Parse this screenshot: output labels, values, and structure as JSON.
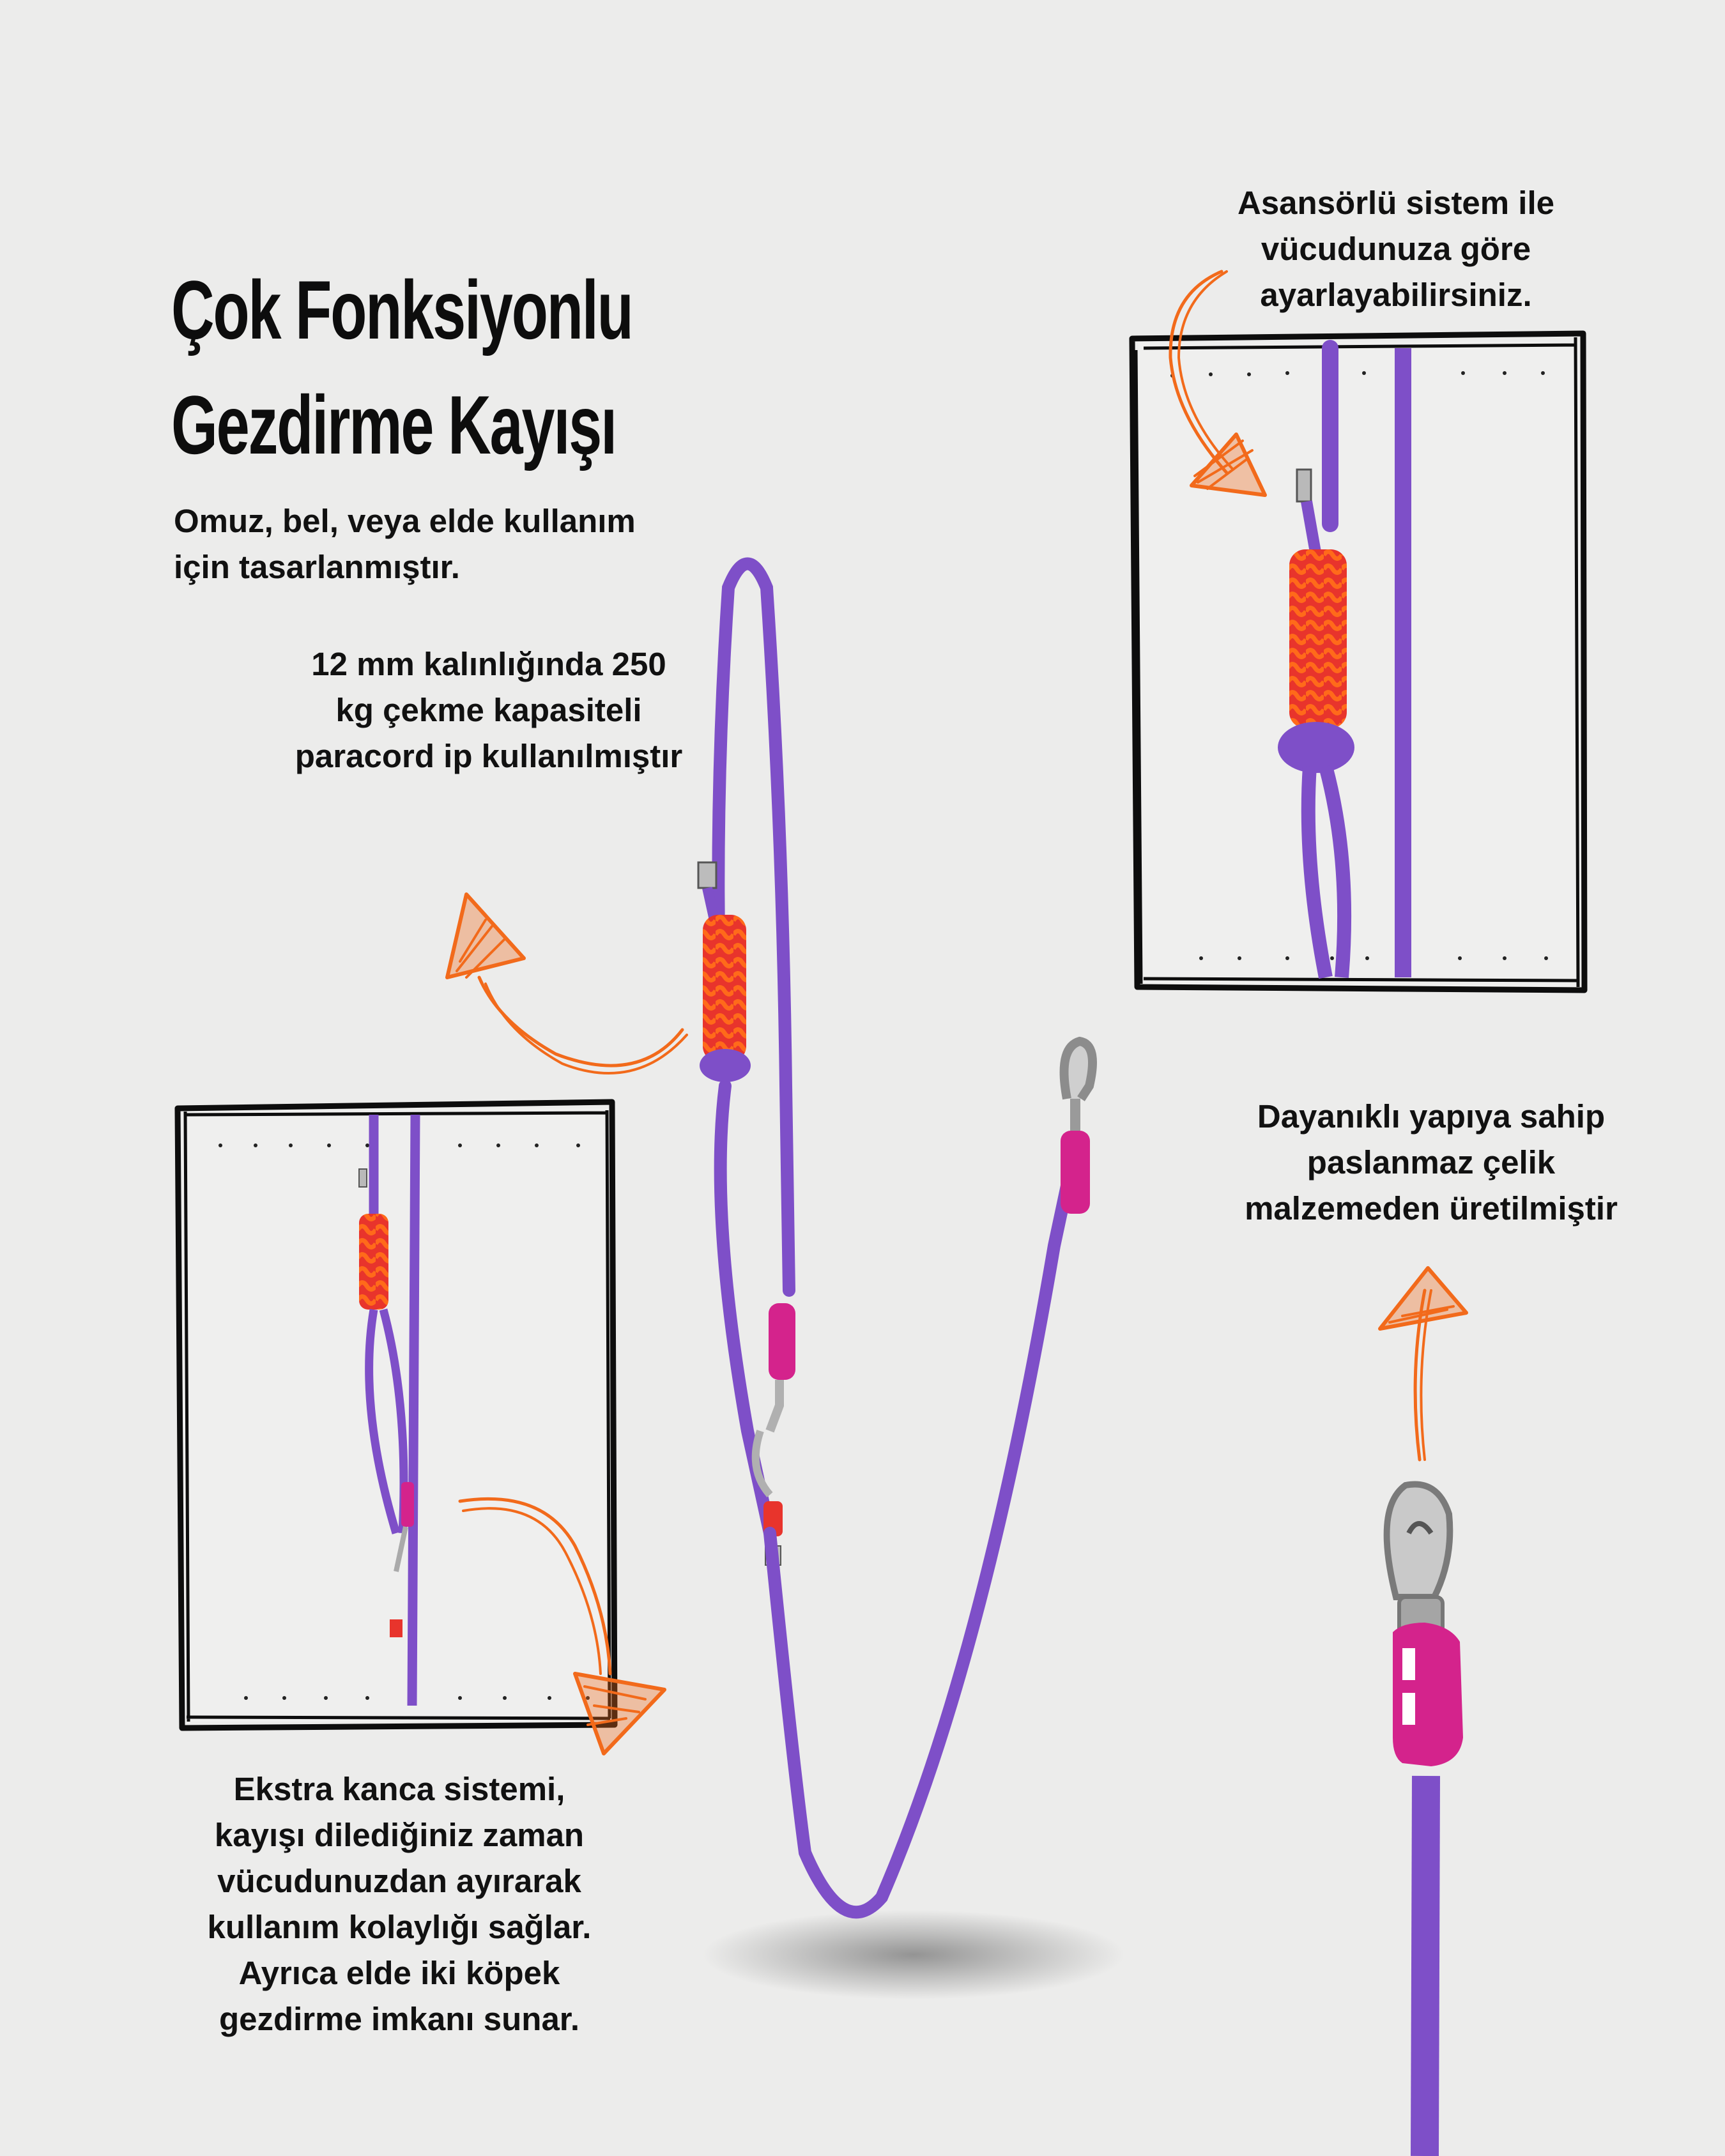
{
  "title": {
    "line1": "Çok Fonksiyonlu",
    "line2": "Gezdirme Kayışı"
  },
  "captions": {
    "usage": "Omuz, bel, veya elde kullanım için tasarlanmıştır.",
    "rope": "12 mm kalınlığında 250 kg çekme kapasiteli paracord ip kullanılmıştır",
    "elevator": "Asansörlü sistem ile vücudunuza göre ayarlayabilirsiniz.",
    "steel": "Dayanıklı yapıya sahip paslanmaz çelik malzemeden üretilmiştir",
    "hook": "Ekstra kanca sistemi, kayışı dilediğiniz zaman vücudunuzdan ayırarak kullanım kolaylığı sağlar. Ayrıca elde iki köpek gezdirme imkanı sunar."
  },
  "colors": {
    "background": "#ececeb",
    "rope": "#7e4fc8",
    "braid": "#e8342c",
    "braid_accent": "#ff6a1a",
    "clip": "#d4238c",
    "arrow": "#f26a1b",
    "frame": "#0d0d0d"
  },
  "icons": [
    "arrow-icon",
    "hook-icon"
  ]
}
